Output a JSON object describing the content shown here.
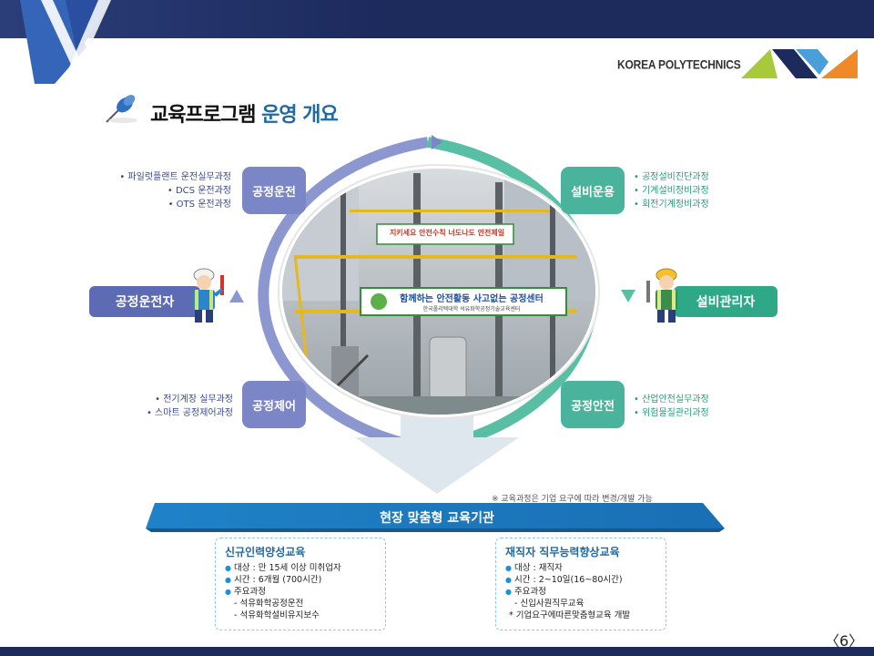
{
  "brand": "KOREA POLYTECHNICS",
  "title": {
    "main": "교육프로그램",
    "accent": "운영 개요"
  },
  "nodes": {
    "top_left": "공정운전",
    "top_right": "설비운용",
    "bottom_left": "공정제어",
    "bottom_right": "공정안전"
  },
  "roles": {
    "left": "공정운전자",
    "right": "설비관리자"
  },
  "courses": {
    "top_left": [
      "• 파일럿플랜트 운전실무과정",
      "• DCS 운전과정",
      "• OTS 운전과정"
    ],
    "top_right": [
      "• 공정설비진단과정",
      "• 기계설비정비과정",
      "• 회전기계정비과정"
    ],
    "bottom_left": [
      "• 전기계장 실무과정",
      "• 스마트 공정제어과정"
    ],
    "bottom_right": [
      "• 산업안전실무과정",
      "• 위험물질관리과정"
    ]
  },
  "photo_signs": {
    "top": "지키세요 안전수칙 너도나도 안전제일",
    "middle": "함께하는 안전활동 사고없는 공정센터",
    "middle_sub": "한국폴리텍대학  석유화학공정기술교육센터"
  },
  "note": "※ 교육과정은 기업 요구에 따라 변경/개발 가능",
  "banner": "현장 맞춤형 교육기관",
  "cards": [
    {
      "title": "신규인력양성교육",
      "lines": [
        {
          "bullet": "●",
          "text": "대상 : 만 15세 이상 미취업자"
        },
        {
          "bullet": "●",
          "text": "시간 : 6개월 (700시간)"
        },
        {
          "bullet": "●",
          "text": "주요과정"
        }
      ],
      "subs": [
        "- 석유화학공정운전",
        "- 석유화학설비유지보수"
      ]
    },
    {
      "title": "재직자 직무능력향상교육",
      "lines": [
        {
          "bullet": "●",
          "text": "대상 : 재직자"
        },
        {
          "bullet": "●",
          "text": "시간 : 2~10일(16~80시간)"
        },
        {
          "bullet": "●",
          "text": "주요과정"
        }
      ],
      "subs": [
        "- 신입사원직무교육",
        "* 기업요구에따른맞춤형교육 개발"
      ]
    }
  ],
  "page_number": "〈6〉",
  "colors": {
    "navy": "#1c2a5c",
    "purple": "#7a86c5",
    "teal": "#49b49b",
    "blue": "#1f8fd6"
  }
}
